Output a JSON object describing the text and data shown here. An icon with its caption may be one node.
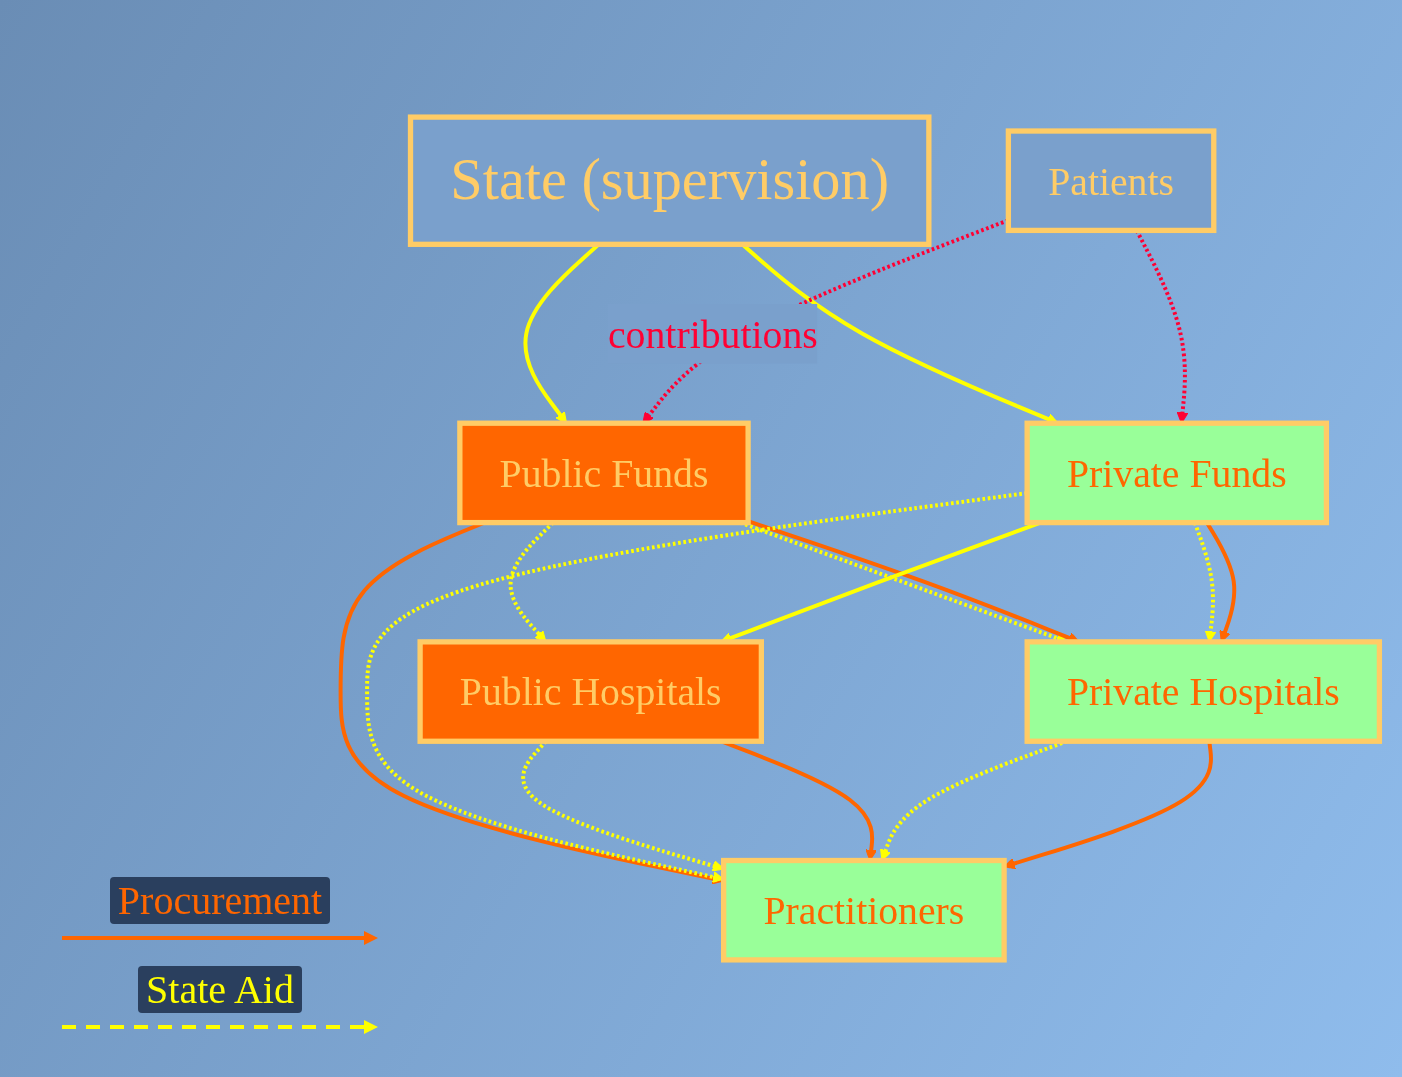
{
  "diagram": {
    "nodes": [
      {
        "text": [
          "State (supervision)"
        ]
      },
      {
        "text": [
          "Public Funds"
        ]
      },
      {
        "text": [
          "Private Funds"
        ]
      },
      {
        "text": [
          "Patients"
        ]
      },
      {
        "text": [
          "Public Hospitals"
        ]
      },
      {
        "text": [
          "Private Hospitals"
        ]
      },
      {
        "text": [
          "Practitioners"
        ]
      }
    ],
    "edges": [
      {
        "from": 0,
        "to": 1,
        "arrow": "to"
      },
      {
        "from": 0,
        "to": 2,
        "arrow": "to"
      },
      {
        "from": 3,
        "to": 1,
        "arrow": "to",
        "label": "contributions",
        "style": "dashed",
        "color": "#ff0033"
      },
      {
        "from": 3,
        "to": 2,
        "arrow": "to",
        "style": "dashed",
        "color": "#ff0033"
      },
      {
        "from": 1,
        "to": 4,
        "arrow": "to",
        "style": "dashed"
      },
      {
        "from": 1,
        "to": 5,
        "arrow": "to",
        "style": "dashed"
      },
      {
        "from": 1,
        "to": 5,
        "arrow": "to",
        "color": "#ff6600"
      },
      {
        "from": 1,
        "to": 6,
        "arrow": "to",
        "color": "#ff6600"
      },
      {
        "from": 2,
        "to": 6,
        "arrow": "to",
        "style": "dashed"
      },
      {
        "from": 2,
        "to": 4,
        "arrow": "to"
      },
      {
        "from": 2,
        "to": 5,
        "arrow": "to",
        "style": "dashed"
      },
      {
        "from": 2,
        "to": 5,
        "arrow": "to",
        "color": "#ff6600"
      },
      {
        "from": 4,
        "to": 6,
        "arrow": "to",
        "style": "dashed"
      },
      {
        "from": 4,
        "to": 6,
        "arrow": "to",
        "color": "#ff6600"
      },
      {
        "from": 5,
        "to": 6,
        "arrow": "to",
        "style": "dashed"
      },
      {
        "from": 5,
        "to": 6,
        "arrow": "to",
        "color": "#ff6600"
      }
    ],
    "legend": [
      {
        "text": "Procurement"
      },
      {
        "text": "State Aid"
      }
    ]
  }
}
